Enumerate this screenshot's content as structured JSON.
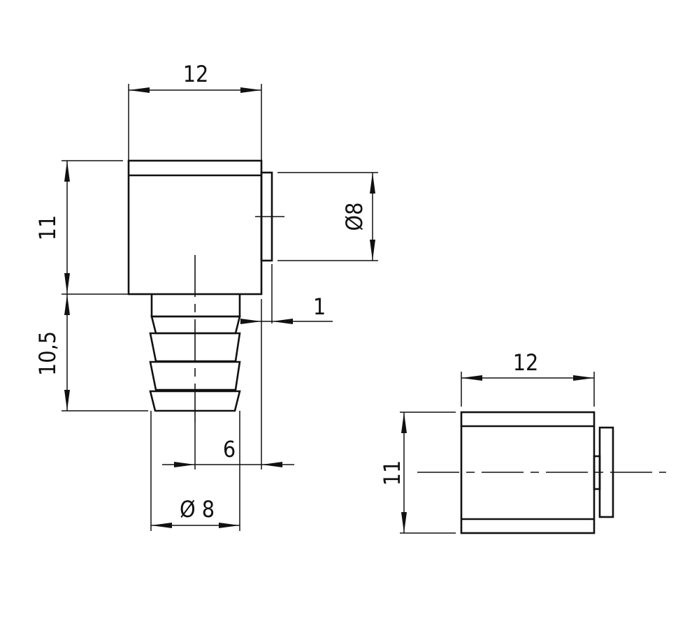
{
  "front_view": {
    "width_label": "12",
    "height_label": "11",
    "barb_length_label": "10,5",
    "cap_diameter_label": "Ø8",
    "cap_thickness_label": "1",
    "offset_label": "6",
    "barb_diameter_label": "Ø 8"
  },
  "side_view": {
    "width_label": "12",
    "height_label": "11"
  }
}
